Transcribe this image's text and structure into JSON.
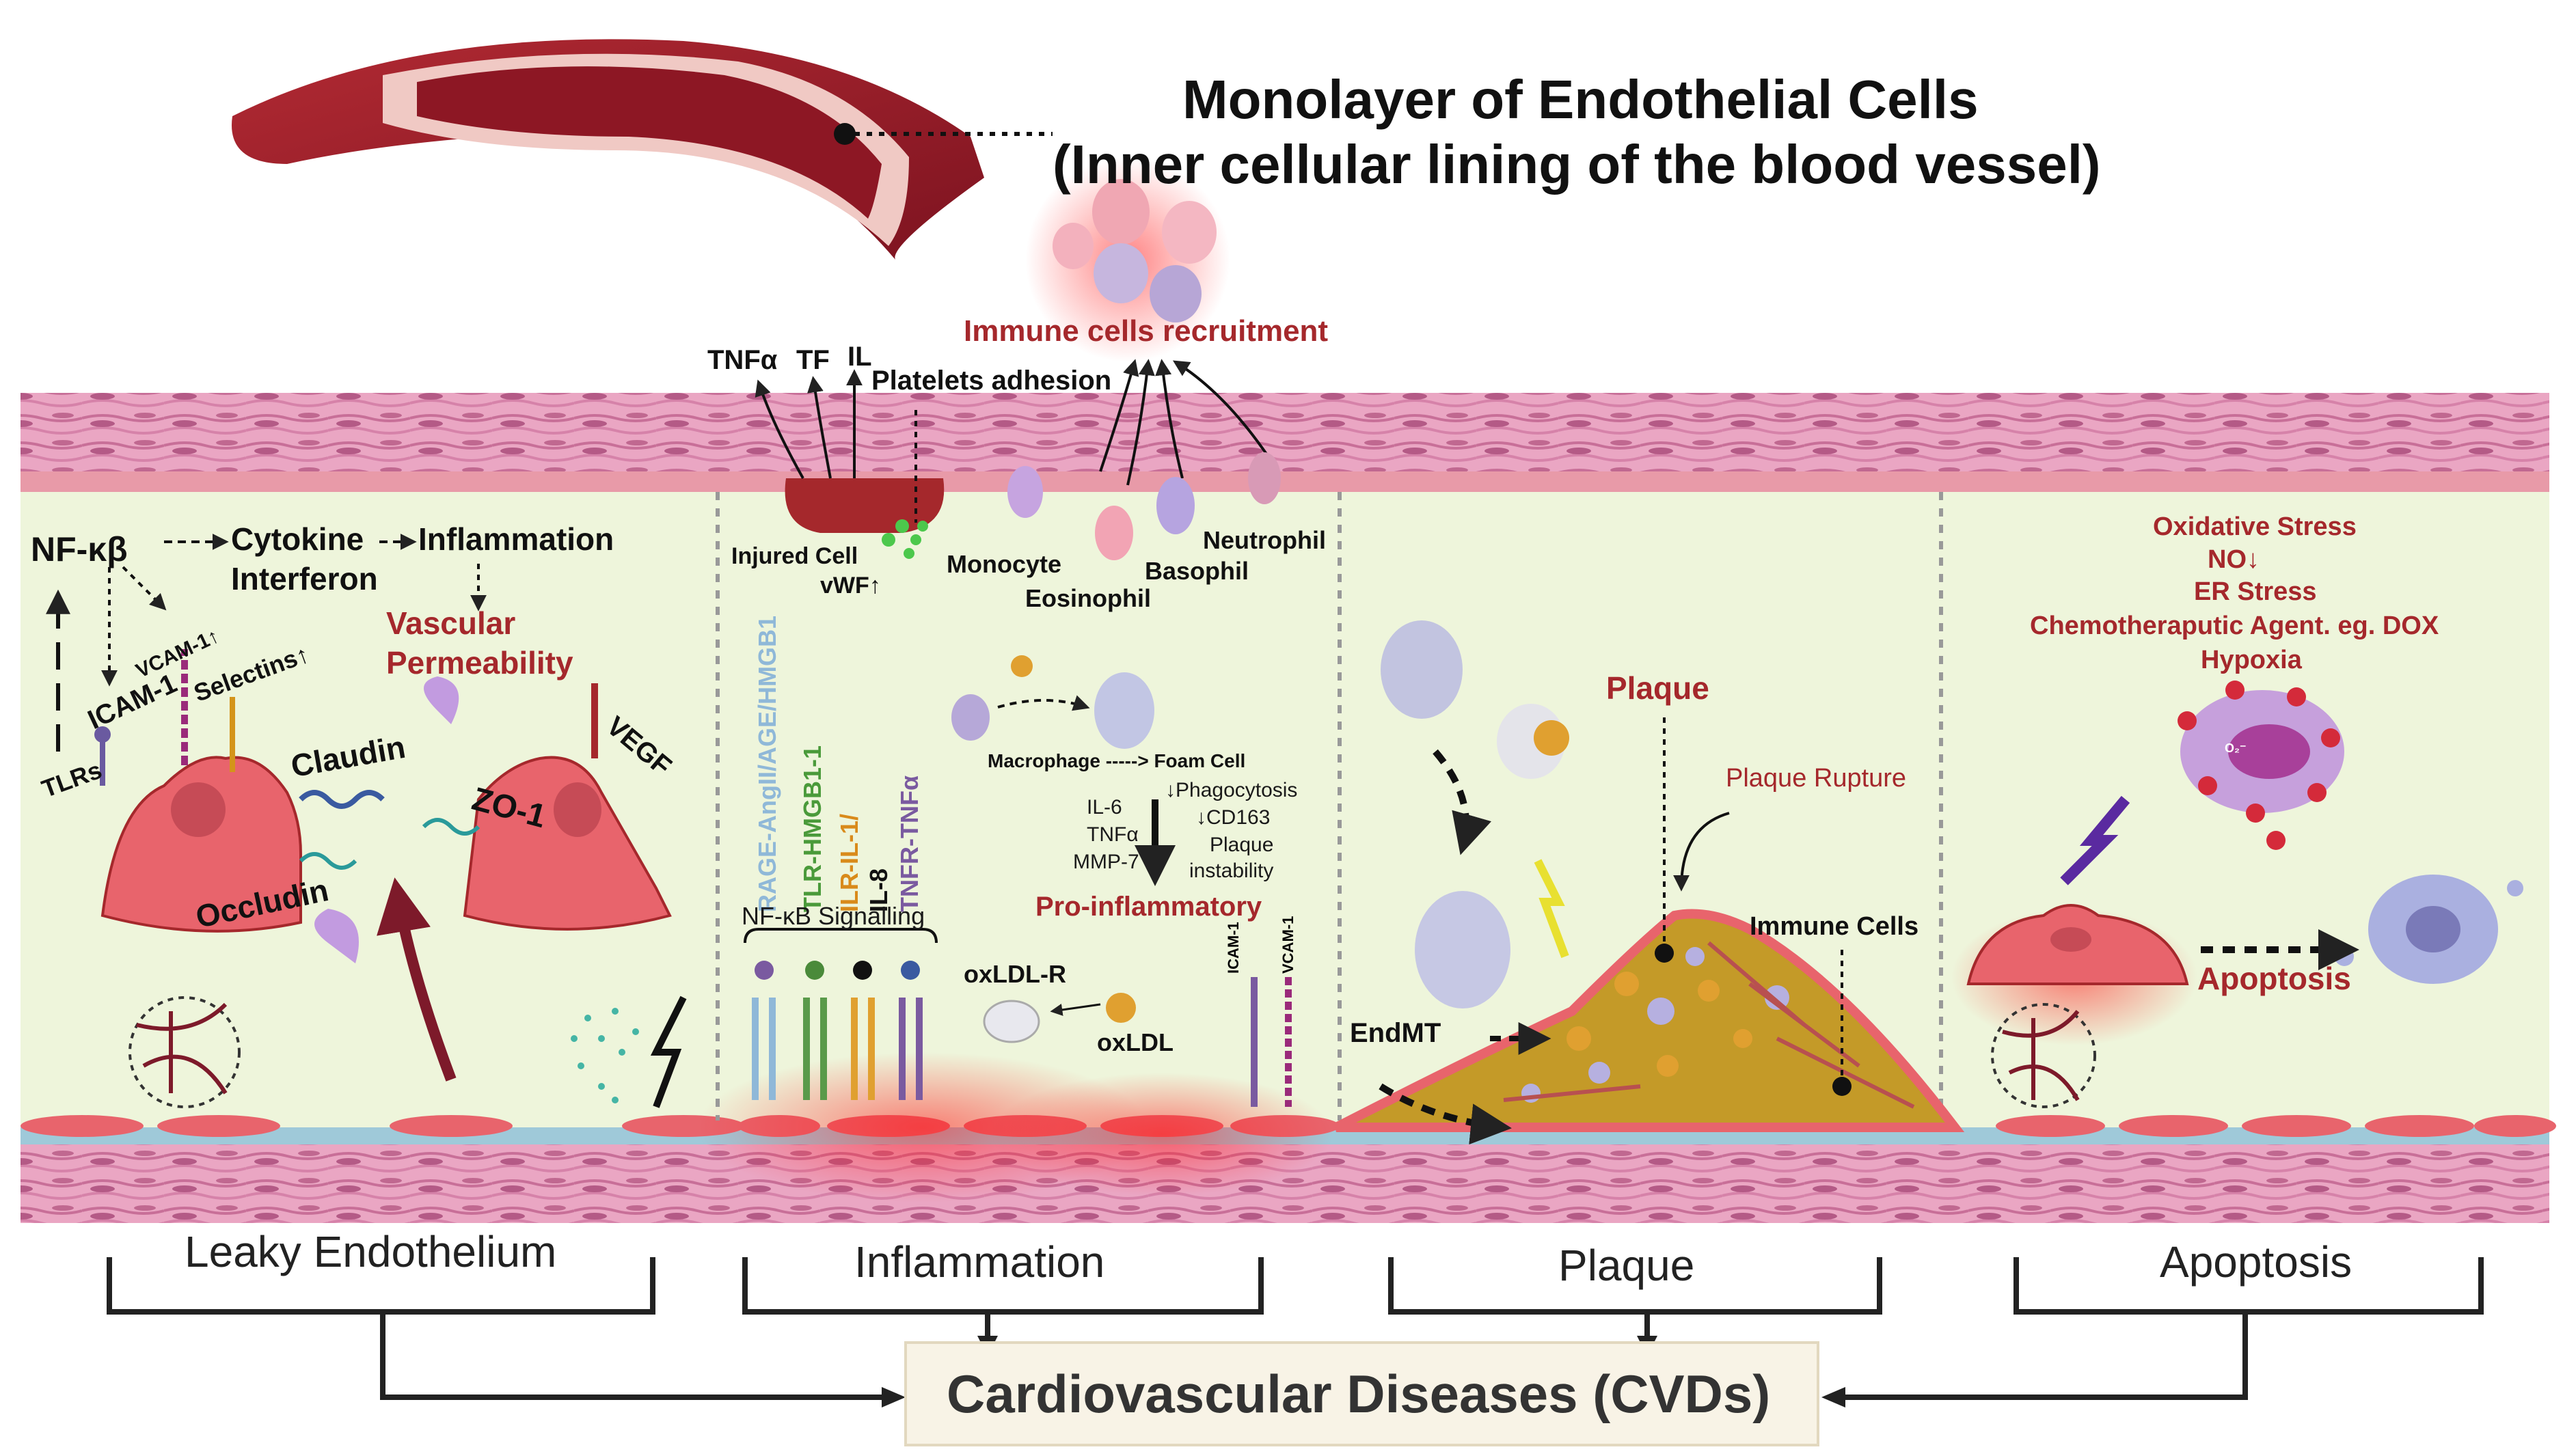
{
  "title": {
    "line1": "Monolayer of Endothelial Cells",
    "line2": "(Inner cellular lining of the blood vessel)"
  },
  "top": {
    "immune_recruitment": "Immune cells recruitment",
    "tnfa": "TNFα",
    "tf": "TF",
    "il": "IL",
    "platelets": "Platelets adhesion"
  },
  "leaky": {
    "nfkb": "NF-κβ",
    "cytokine": "Cytokine",
    "interferon": "Interferon",
    "inflammation": "Inflammation",
    "vascular": "Vascular",
    "permeability": "Permeability",
    "vcam": "VCAM-1↑",
    "icam": "ICAM-1",
    "selectins": "Selectins↑",
    "tlrs": "TLRs",
    "claudin": "Claudin",
    "zo1": "ZO-1",
    "vegf": "VEGF",
    "occludin": "Occludin"
  },
  "inflam": {
    "injured": "Injured Cell",
    "vwf": "vWF↑",
    "monocyte": "Monocyte",
    "eosinophil": "Eosinophil",
    "basophil": "Basophil",
    "neutrophil": "Neutrophil",
    "v_rage": "RAGE-AngII/AGE/HMGB1",
    "v_tlr": "TLR-HMGB1-1",
    "v_ilr": "ILR-IL-1/",
    "v_il8": "IL-8",
    "v_tnfr": "TNFR-TNFα",
    "macrophage": "Macrophage -----> Foam Cell",
    "il6": "IL-6",
    "tnfa2": "TNFα",
    "mmp7": "MMP-7",
    "phago": "↓Phagocytosis",
    "cd163": "↓CD163",
    "plaque_inst1": "Plaque",
    "plaque_inst2": "instability",
    "proinflam": "Pro-inflammatory",
    "nfkb_sig": "NF-κB Signalling",
    "oxldlr": "oxLDL-R",
    "oxldl": "oxLDL",
    "icam1v": "ICAM-1",
    "vcam1v": "VCAM-1"
  },
  "plaque": {
    "plaque": "Plaque",
    "rupture": "Plaque Rupture",
    "immune_cells": "Immune Cells",
    "endmt": "EndMT"
  },
  "apoptosis": {
    "oxidative": "Oxidative Stress",
    "no": "NO↓",
    "er": "ER Stress",
    "chemo": "Chemotheraputic Agent. eg. DOX",
    "hypoxia": "Hypoxia",
    "apoptosis": "Apoptosis",
    "ros": "O₂⁻"
  },
  "sections": {
    "leaky": "Leaky Endothelium",
    "inflammation": "Inflammation",
    "plaque": "Plaque",
    "apoptosis": "Apoptosis"
  },
  "outcome": "Cardiovascular Diseases (CVDs)",
  "colors": {
    "vessel_wall": "#e8a6c2",
    "lumen": "#eef5dc",
    "cell": "#e8646c",
    "accent_red": "#a5282c",
    "plaque": "#c49a28",
    "outcome_box": "#f8f3e6"
  }
}
